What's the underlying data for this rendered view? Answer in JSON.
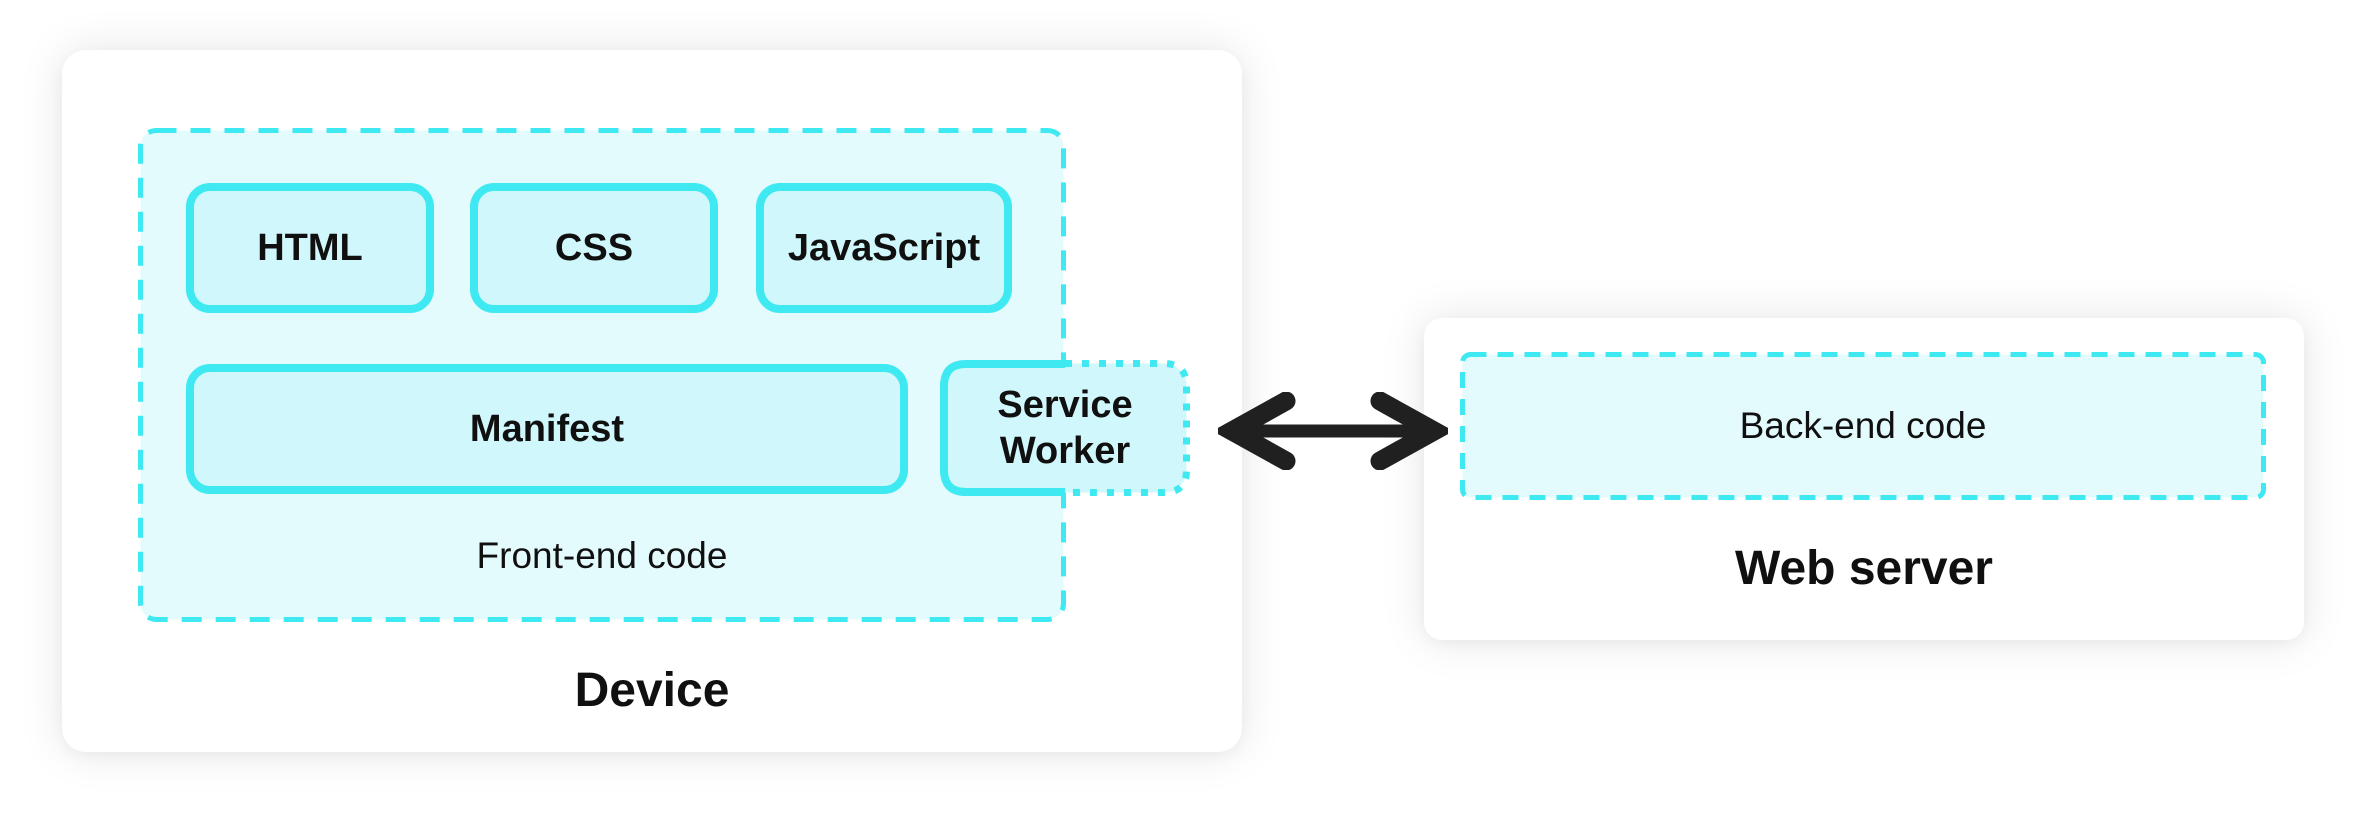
{
  "colors": {
    "accent": "#3FE9F2",
    "box_fill": "#D0F7FB",
    "container_fill": "#E4FBFE",
    "text": "#101010",
    "arrow": "#202020",
    "card_bg": "#FFFFFF",
    "page_bg": "#FFFFFF"
  },
  "device": {
    "title": "Device",
    "frontend": {
      "label": "Front-end code",
      "html": "HTML",
      "css": "CSS",
      "javascript": "JavaScript",
      "manifest": "Manifest",
      "service_worker": "Service Worker"
    }
  },
  "connection": {
    "type": "bidirectional-arrow"
  },
  "web_server": {
    "title": "Web server",
    "backend_label": "Back-end code"
  }
}
